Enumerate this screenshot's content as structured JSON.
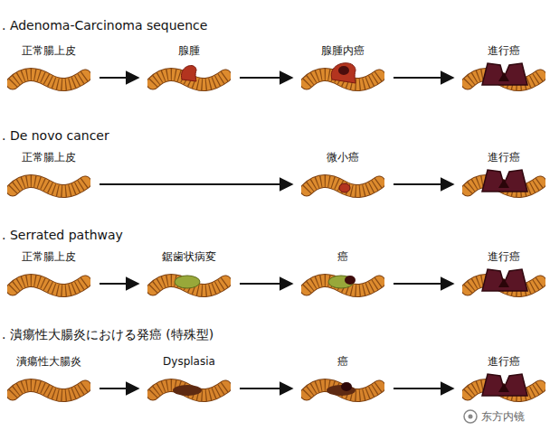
{
  "diagram": {
    "nodes": [
      {
        "text": [
          "正常腸上皮"
        ]
      },
      {
        "text": [
          "腺腫"
        ]
      },
      {
        "text": [
          "腺腫内癌"
        ]
      },
      {
        "text": [
          "進行癌"
        ]
      },
      {
        "text": [
          "正常腸上皮"
        ]
      },
      {
        "text": [
          "微小癌"
        ]
      },
      {
        "text": [
          "進行癌"
        ]
      },
      {
        "text": [
          "正常腸上皮"
        ]
      },
      {
        "text": [
          "鋸歯状病変"
        ]
      },
      {
        "text": [
          "癌"
        ]
      },
      {
        "text": [
          "進行癌"
        ]
      },
      {
        "text": [
          "潰瘍性大腸炎"
        ]
      },
      {
        "text": [
          "Dysplasia"
        ]
      },
      {
        "text": [
          "癌"
        ]
      },
      {
        "text": [
          "進行癌"
        ]
      }
    ],
    "edges": [
      {
        "from": 0,
        "to": 1,
        "arrow": "to"
      },
      {
        "from": 1,
        "to": 2,
        "arrow": "to"
      },
      {
        "from": 2,
        "to": 3,
        "arrow": "to"
      },
      {
        "from": 4,
        "to": 5,
        "arrow": "to"
      },
      {
        "from": 5,
        "to": 6,
        "arrow": "to"
      },
      {
        "from": 7,
        "to": 8,
        "arrow": "to"
      },
      {
        "from": 8,
        "to": 9,
        "arrow": "to"
      },
      {
        "from": 9,
        "to": 10,
        "arrow": "to"
      },
      {
        "from": 11,
        "to": 12,
        "arrow": "to"
      },
      {
        "from": 12,
        "to": 13,
        "arrow": "to"
      },
      {
        "from": 13,
        "to": 14,
        "arrow": "to"
      }
    ],
    "labels": [
      ". Adenoma-Carcinoma sequence",
      ". De novo cancer",
      ". Serrated pathway",
      ". 潰瘍性大腸炎における発癌 (特殊型)",
      "东方内镜"
    ]
  }
}
